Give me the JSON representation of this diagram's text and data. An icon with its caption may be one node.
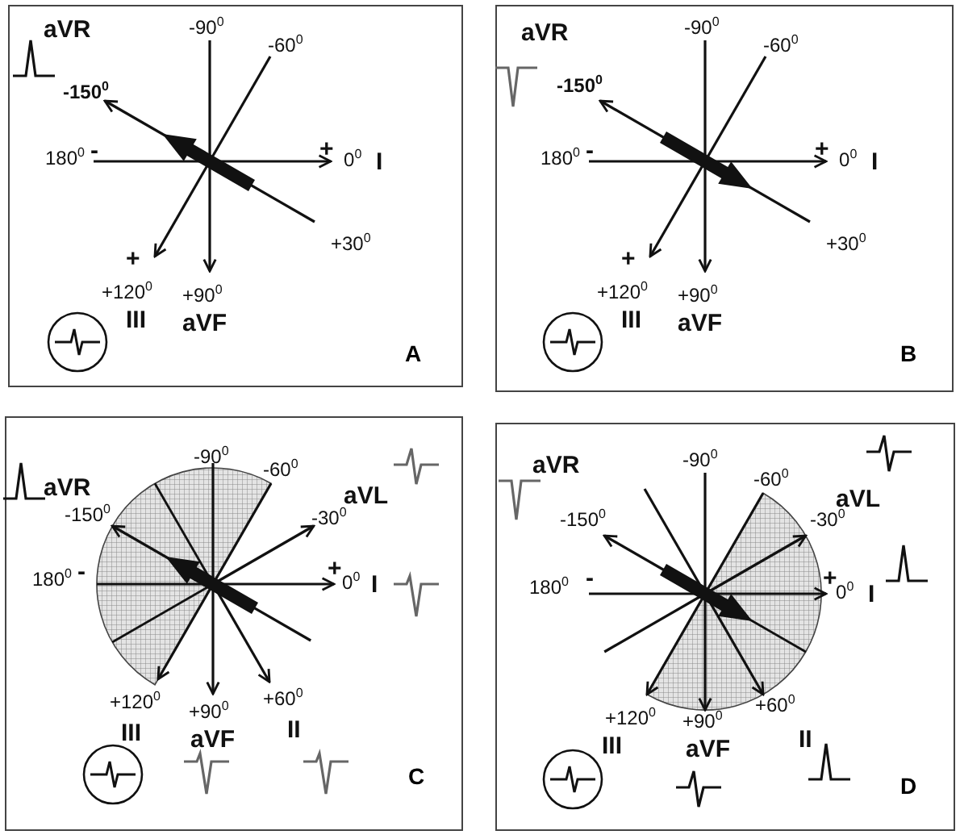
{
  "diagram": {
    "nodes": [
      {
        "text": [
          "A"
        ]
      },
      {
        "text": [
          "B"
        ]
      },
      {
        "text": [
          "C"
        ]
      },
      {
        "text": [
          "D"
        ]
      }
    ],
    "labels": [
      "aVR",
      "-150$^{0}$",
      "-90$^{0}$",
      "-60$^{0}$",
      "180$^{0}$",
      "-",
      "+",
      "0$^{0}$",
      "I",
      "+30$^{0}$",
      "+",
      "+120$^{0}$",
      "III",
      "+90$^{0}$",
      "aVF",
      "aVR",
      "-150$^{0}$",
      "-90$^{0}$",
      "-60$^{0}$",
      "180$^{0}$",
      "-",
      "+",
      "0$^{0}$",
      "I",
      "+30$^{0}$",
      "+",
      "+120$^{0}$",
      "III",
      "+90$^{0}$",
      "aVF",
      "aVR",
      "-90$^{0}$",
      "-60$^{0}$",
      "aVL",
      "-150$^{0}$",
      "-30$^{0}$",
      "180$^{0}$",
      "-",
      "+",
      "0$^{0}$",
      "I",
      "+120$^{0}$",
      "+90$^{0}$",
      "+60$^{0}$",
      "III",
      "aVF",
      "II",
      "aVR",
      "-90$^{0}$",
      "-60$^{0}$",
      "aVL",
      "-150$^{0}$",
      "-30$^{0}$",
      "180$^{0}$",
      "-",
      "+",
      "0$^{0}$",
      "I",
      "+120$^{0}$",
      "+90$^{0}$",
      "+60$^{0}$",
      "III",
      "II",
      "aVF"
    ]
  }
}
